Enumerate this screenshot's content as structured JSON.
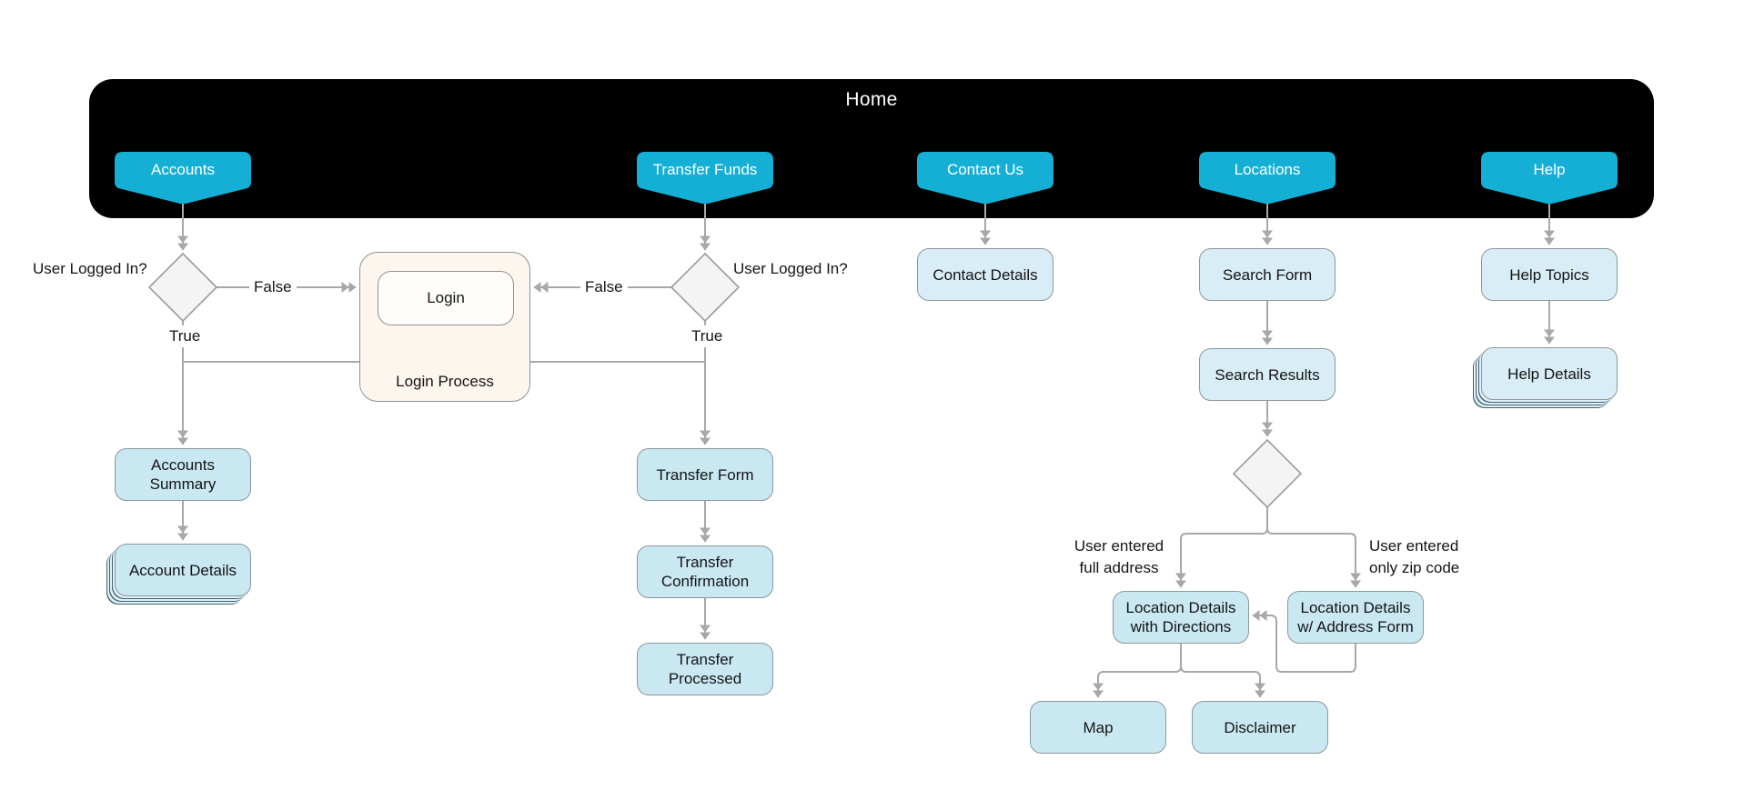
{
  "header": {
    "title": "Home",
    "tabs": {
      "accounts": "Accounts",
      "transfer": "Transfer Funds",
      "contact": "Contact Us",
      "locations": "Locations",
      "help": "Help"
    }
  },
  "labels": {
    "accounts_logged_in": "User Logged In?",
    "accounts_false": "False",
    "accounts_true": "True",
    "transfer_logged_in": "User Logged In?",
    "transfer_false": "False",
    "transfer_true": "True",
    "branch_full_address": "User entered\nfull address",
    "branch_zip_code": "User entered\nonly zip code"
  },
  "nodes": {
    "login": "Login",
    "login_process": "Login Process",
    "accounts_summary": "Accounts\nSummary",
    "account_details": "Account Details",
    "transfer_form": "Transfer Form",
    "transfer_confirmation": "Transfer\nConfirmation",
    "transfer_processed": "Transfer\nProcessed",
    "contact_details": "Contact Details",
    "search_form": "Search Form",
    "search_results": "Search Results",
    "location_details_directions": "Location Details\nwith Directions",
    "location_details_address": "Location Details\nw/ Address Form",
    "map": "Map",
    "disclaimer": "Disclaimer",
    "help_topics": "Help Topics",
    "help_details": "Help Details"
  },
  "colors": {
    "bar": "#000000",
    "tab_cyan": "#15afd6",
    "node_fill": "#c9e8f2",
    "node_fill_light": "#d9edf6",
    "node_border": "#8d979c",
    "line_gray": "#a8a8a8",
    "diamond_fill": "#f4f4f4",
    "login_group_fill": "#fcf6ee",
    "stack_edge": "#41606e"
  }
}
